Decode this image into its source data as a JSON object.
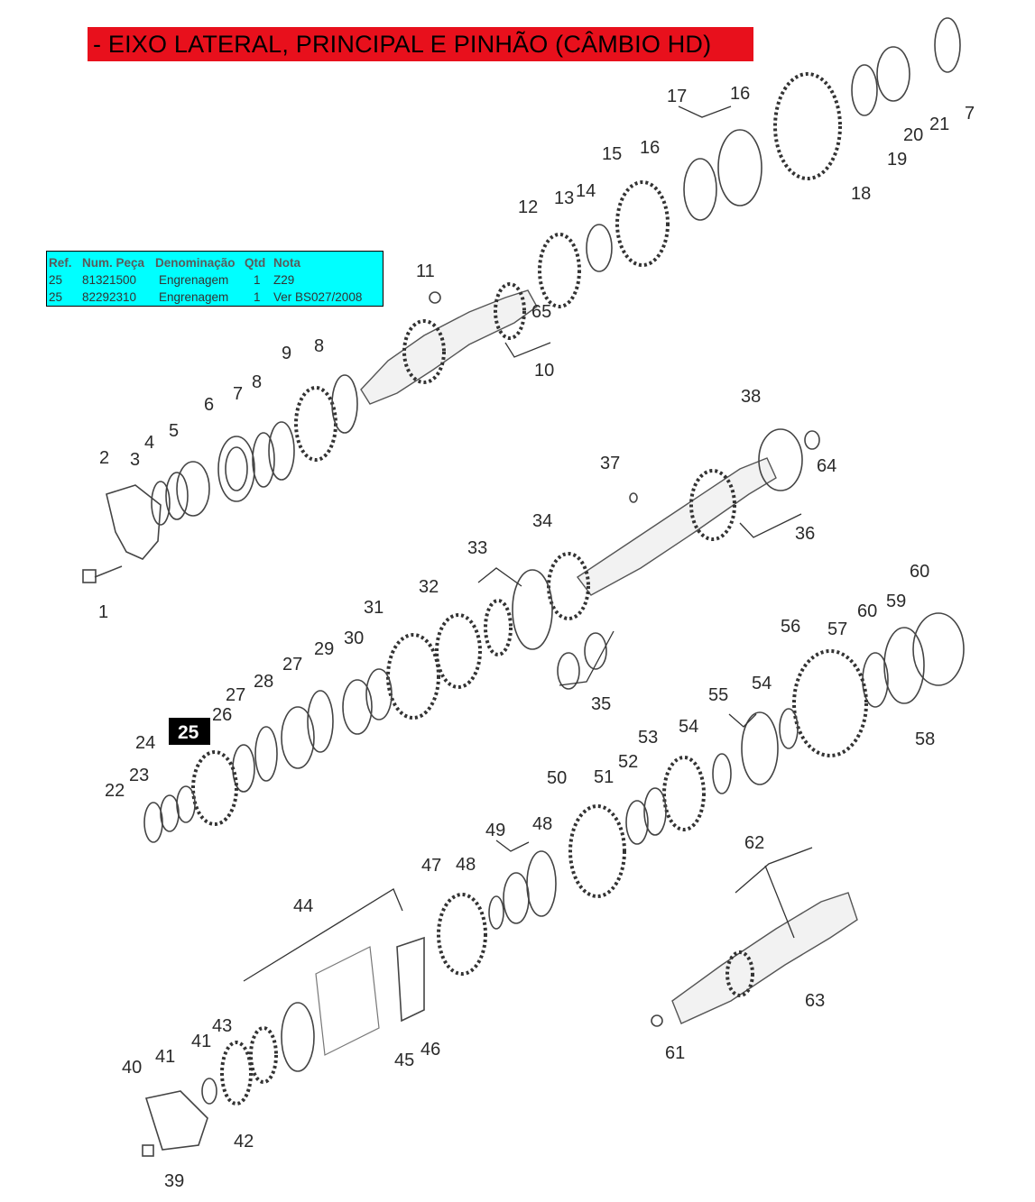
{
  "title": "- EIXO LATERAL, PRINCIPAL E PINHÃO (CÂMBIO HD)",
  "title_color": "#e8101c",
  "table": {
    "background": "#00ffff",
    "headers": [
      "Ref.",
      "Num. Peça",
      "Denominação",
      "Qtd",
      "Nota"
    ],
    "rows": [
      [
        "25",
        "81321500",
        "Engrenagem",
        "1",
        "Z29"
      ],
      [
        "25",
        "82292310",
        "Engrenagem",
        "1",
        "Ver  BS027/2008"
      ]
    ]
  },
  "selected_ref": "25",
  "callouts": [
    "1",
    "2",
    "3",
    "4",
    "5",
    "6",
    "7",
    "8",
    "8",
    "9",
    "10",
    "11",
    "12",
    "13",
    "14",
    "15",
    "16",
    "16",
    "17",
    "18",
    "19",
    "20",
    "21",
    "7",
    "22",
    "23",
    "24",
    "26",
    "27",
    "27",
    "28",
    "29",
    "30",
    "31",
    "32",
    "33",
    "34",
    "35",
    "36",
    "37",
    "38",
    "64",
    "65",
    "39",
    "40",
    "41",
    "41",
    "42",
    "43",
    "44",
    "45",
    "46",
    "47",
    "48",
    "48",
    "49",
    "50",
    "51",
    "52",
    "53",
    "54",
    "54",
    "55",
    "56",
    "57",
    "58",
    "59",
    "60",
    "60",
    "61",
    "62",
    "63"
  ]
}
